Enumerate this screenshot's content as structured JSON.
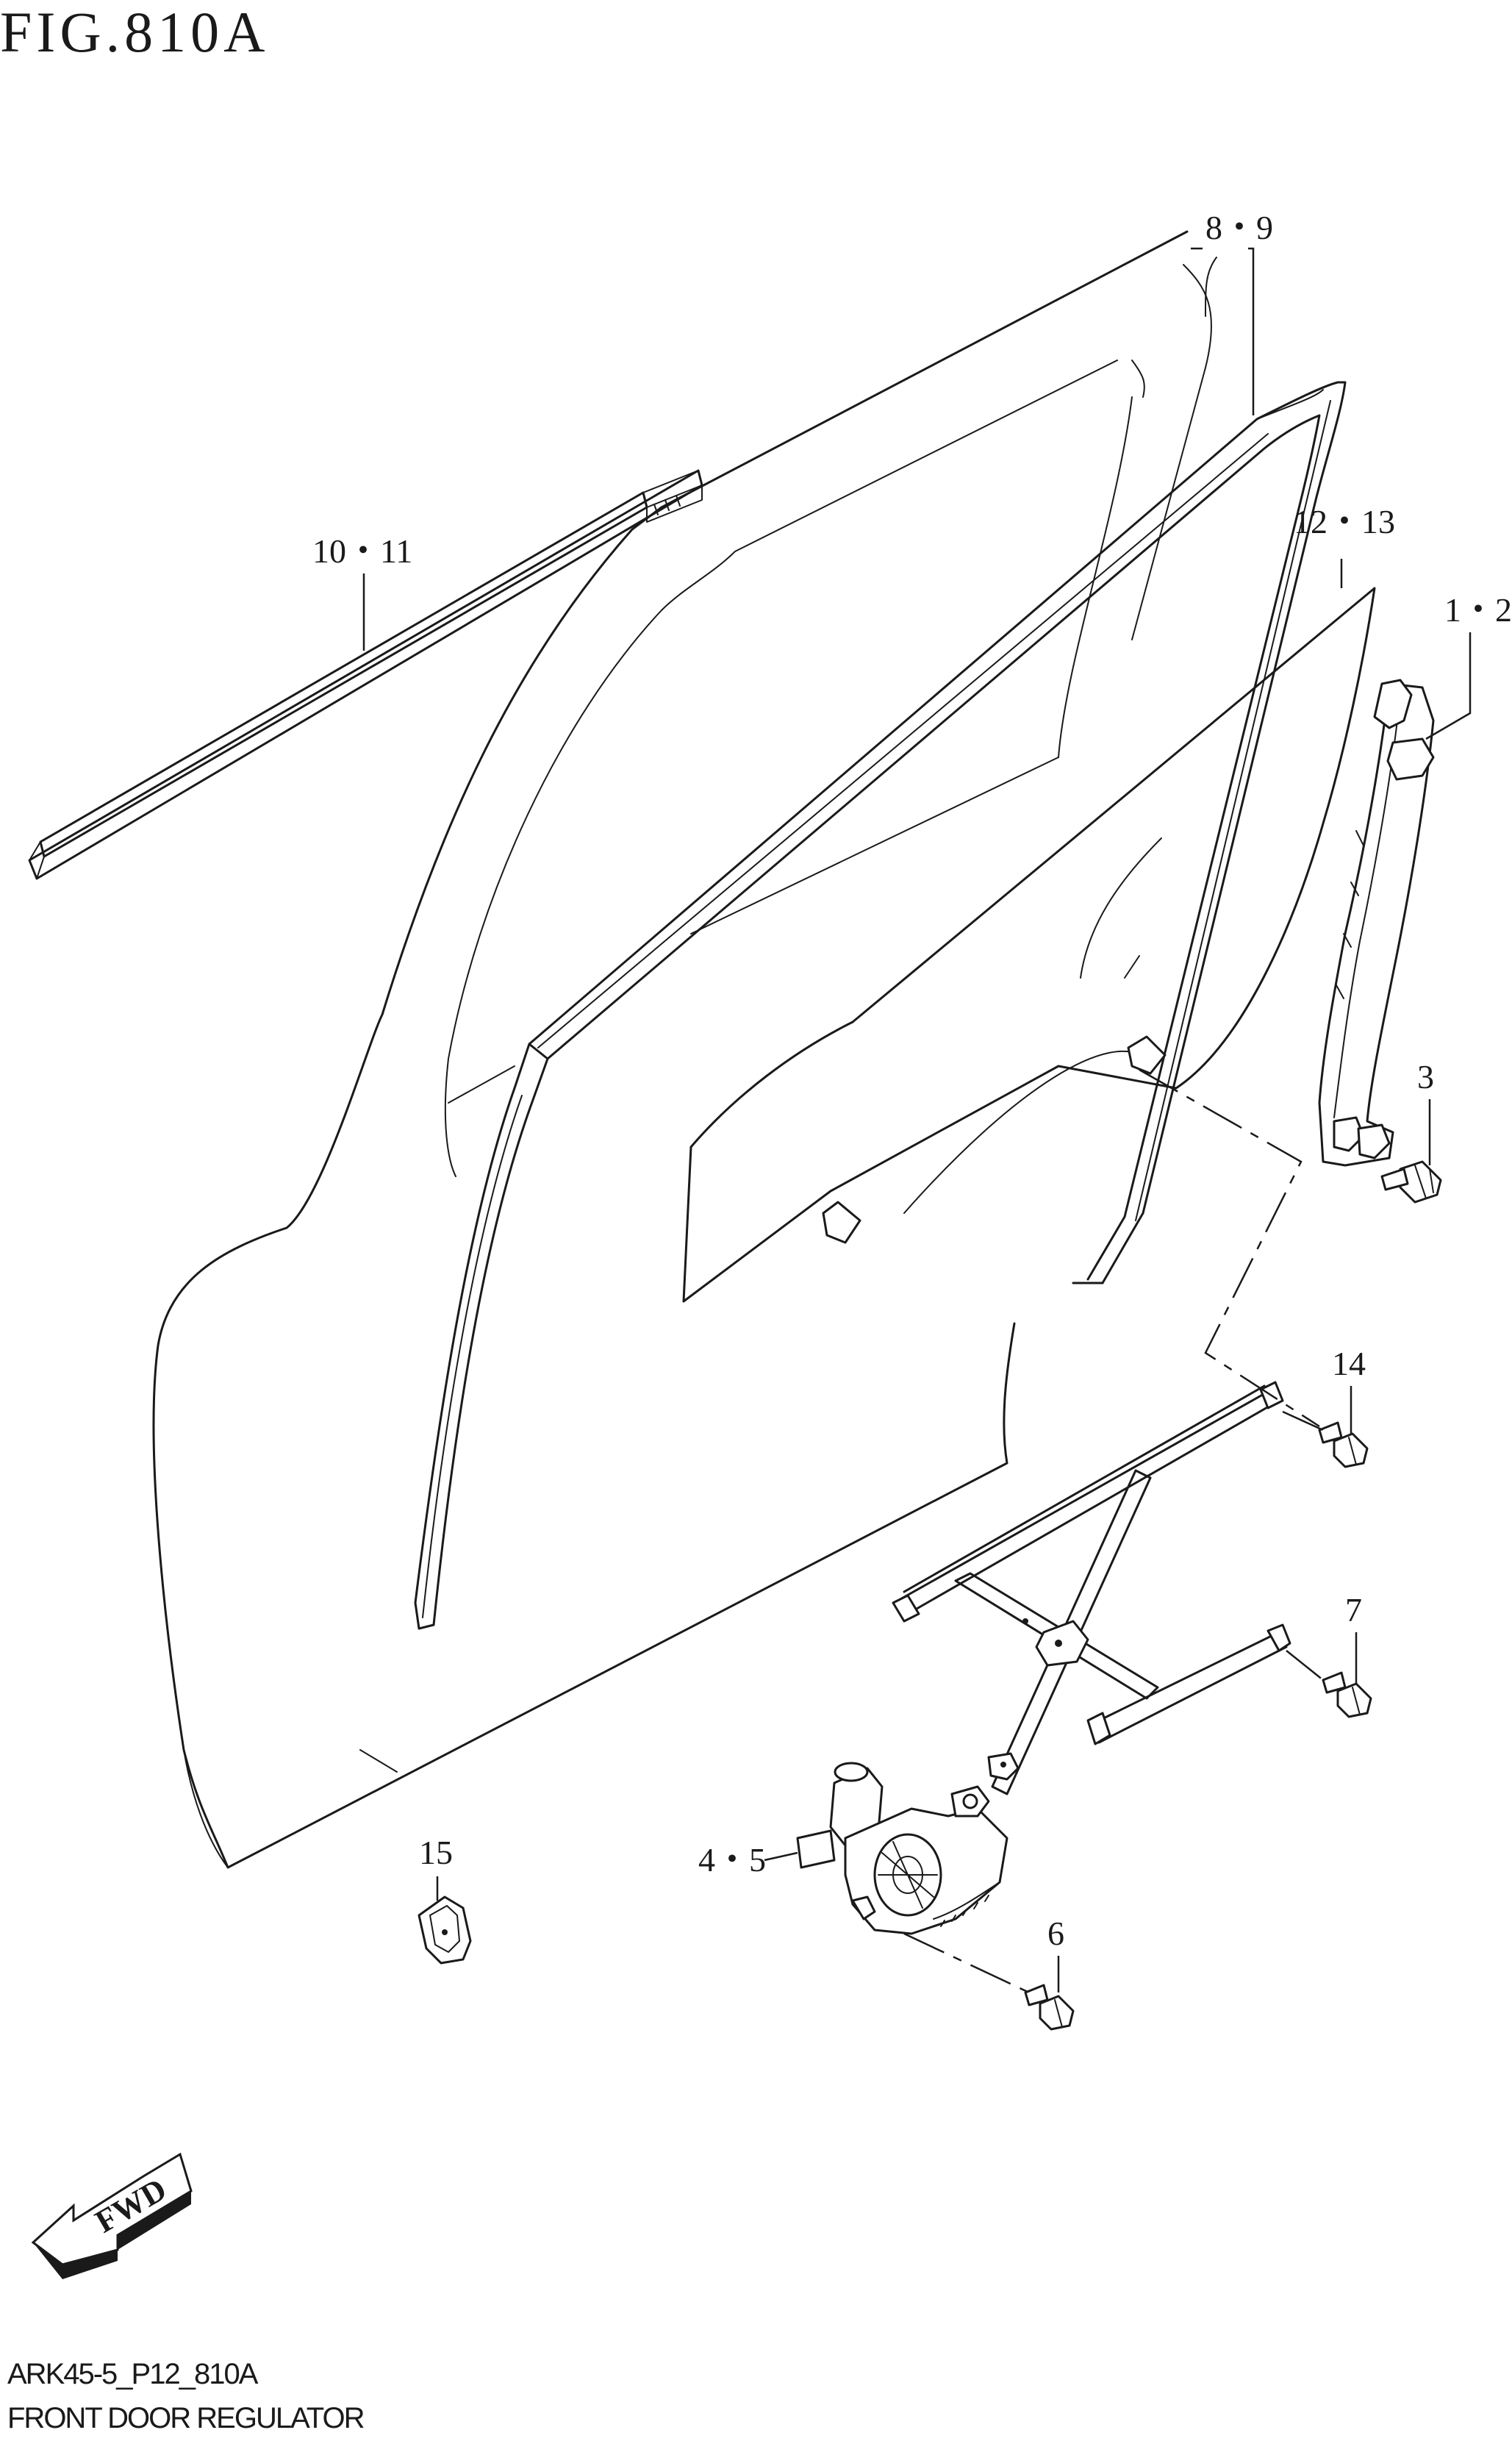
{
  "figure": {
    "title": "FIG.810A",
    "code": "ARK45-5_P12_810A",
    "caption": "FRONT DOOR REGULATOR",
    "direction_badge": "FWD"
  },
  "callouts": {
    "c_8_9": "8・9",
    "c_10_11": "10・11",
    "c_12_13": "12・13",
    "c_1_2": "1・2",
    "c_3": "3",
    "c_14": "14",
    "c_7": "7",
    "c_15": "15",
    "c_4_5": "4・5",
    "c_6": "6"
  },
  "icons": {
    "direction": "fwd-arrow-icon"
  },
  "colors": {
    "ink": "#1a1a1a",
    "paper": "#ffffff"
  }
}
